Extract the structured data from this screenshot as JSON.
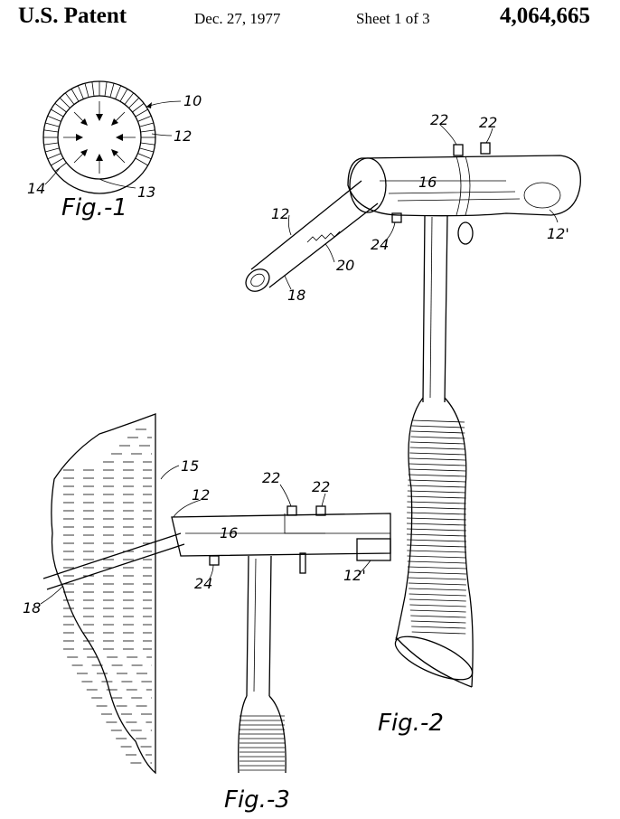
{
  "header": {
    "office": "U.S. Patent",
    "date": "Dec. 27, 1977",
    "sheet": "Sheet 1 of 3",
    "patent_number": "4,064,665"
  },
  "figures": {
    "fig1": {
      "caption": "Fig.-1",
      "refs": [
        "10",
        "12",
        "13",
        "14"
      ]
    },
    "fig2": {
      "caption": "Fig.-2",
      "refs": [
        "22",
        "22",
        "16",
        "12",
        "12'",
        "24",
        "20",
        "18"
      ]
    },
    "fig3": {
      "caption": "Fig.-3",
      "refs": [
        "15",
        "12",
        "22",
        "22",
        "16",
        "24",
        "12'",
        "18"
      ]
    }
  }
}
